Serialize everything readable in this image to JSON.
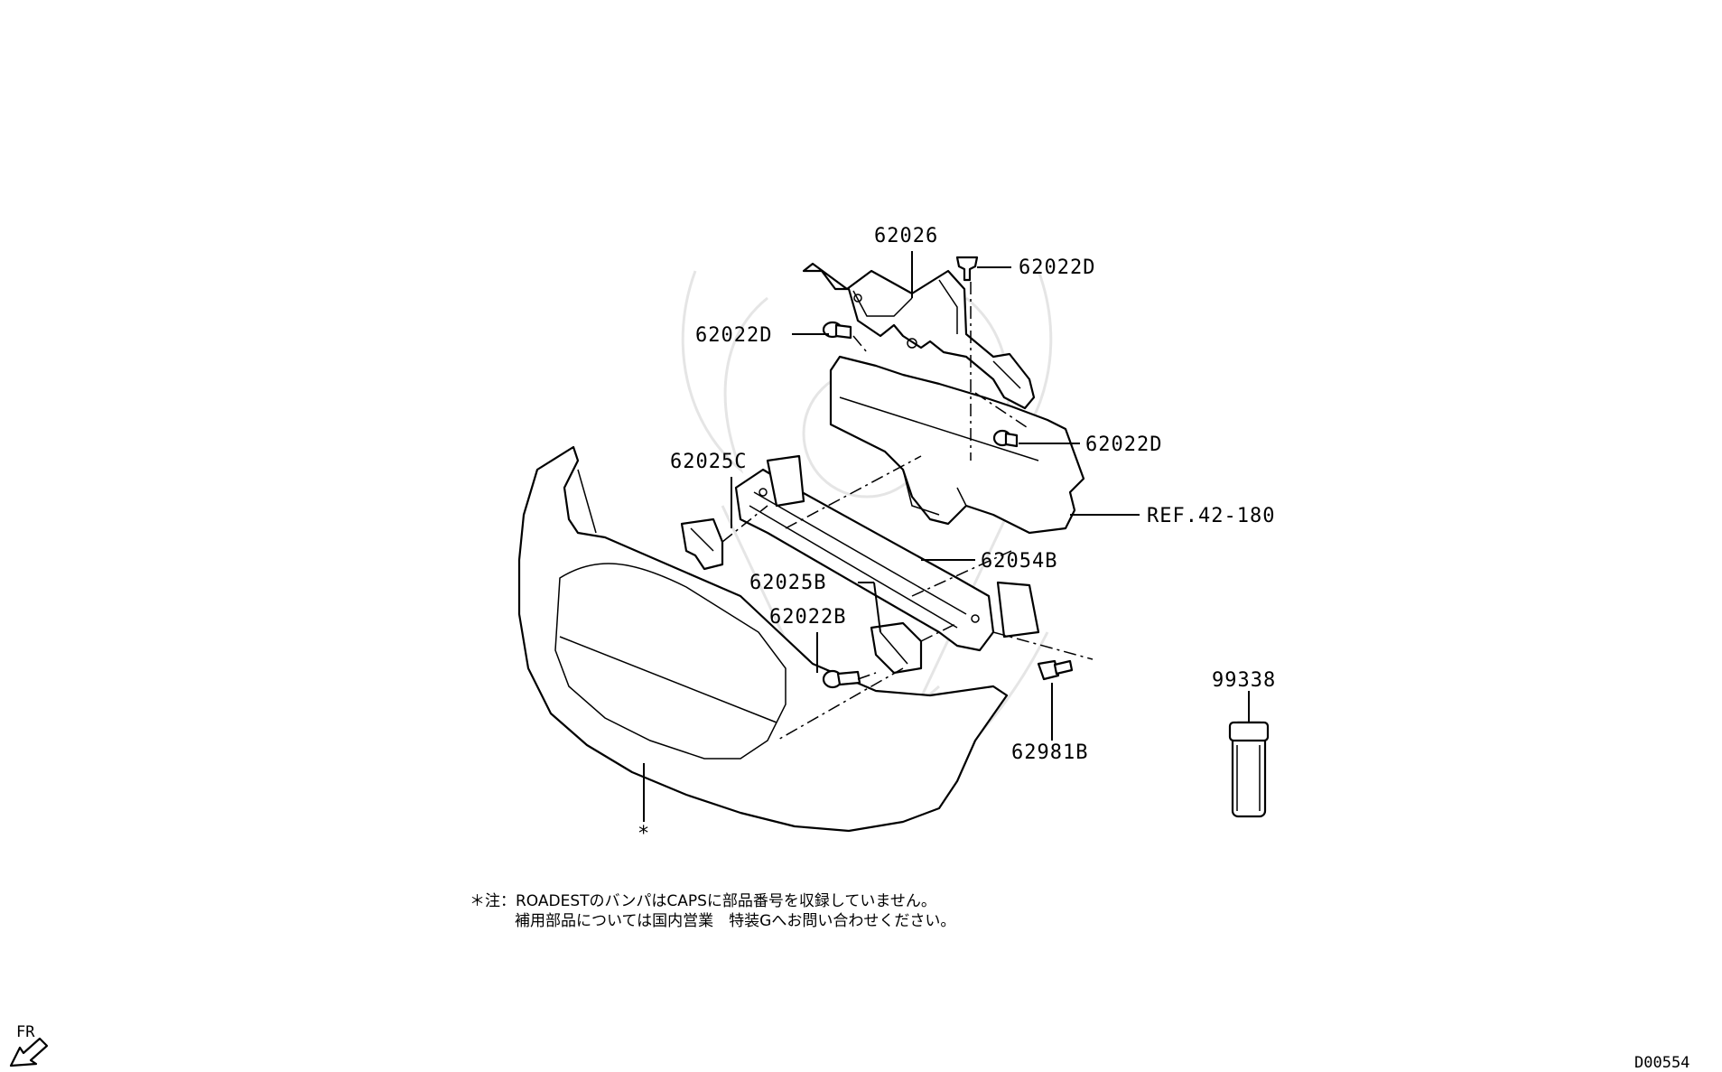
{
  "diagram_id": "D00554",
  "orientation_label": "FR",
  "callouts": {
    "p62026": "62026",
    "p62022d_top": "62022D",
    "p62022d_left": "62022D",
    "p62022d_right": "62022D",
    "p62025c": "62025C",
    "ref": "REF.42-180",
    "p62054b": "62054B",
    "p62025b": "62025B",
    "p62022b": "62022B",
    "p62981b": "62981B",
    "p99338": "99338",
    "asterisk": "*"
  },
  "footnote": {
    "line1": "＊注：ROADESTのバンパはCAPSに部品番号を収録していません。",
    "line2": "補用部品については国内営業　特装Gへお問い合わせください。"
  }
}
